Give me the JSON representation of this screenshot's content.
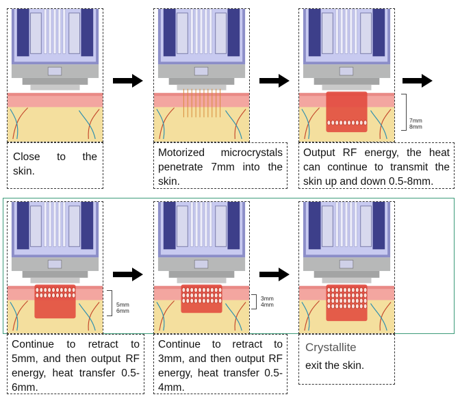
{
  "steps": [
    {
      "caption": "Close   to   the skin."
    },
    {
      "caption": "Motorized microcrystals penetrate 7mm into the skin."
    },
    {
      "caption": "Output RF energy, the heat can continue to transmit the skin up and down 0.5-8mm.",
      "dim1": "7mm",
      "dim2": "8mm"
    },
    {
      "caption": "Continue to retract to 5mm, and then output RF energy, heat transfer 0.5-6mm.",
      "dim1": "5mm",
      "dim2": "6mm"
    },
    {
      "caption": "Continue to retract to 3mm, and then output RF energy, heat transfer 0.5-4mm.",
      "dim1": "3mm",
      "dim2": "4mm"
    },
    {
      "caption_title": "Crystallite",
      "caption": "exit the skin."
    }
  ],
  "colors": {
    "frame": "#333333",
    "highlight_box": "#3a9a78",
    "arrow": "#000000",
    "rf": "#e0453a",
    "skin": "#f4df9e",
    "dermis": "#f3a6a0"
  }
}
